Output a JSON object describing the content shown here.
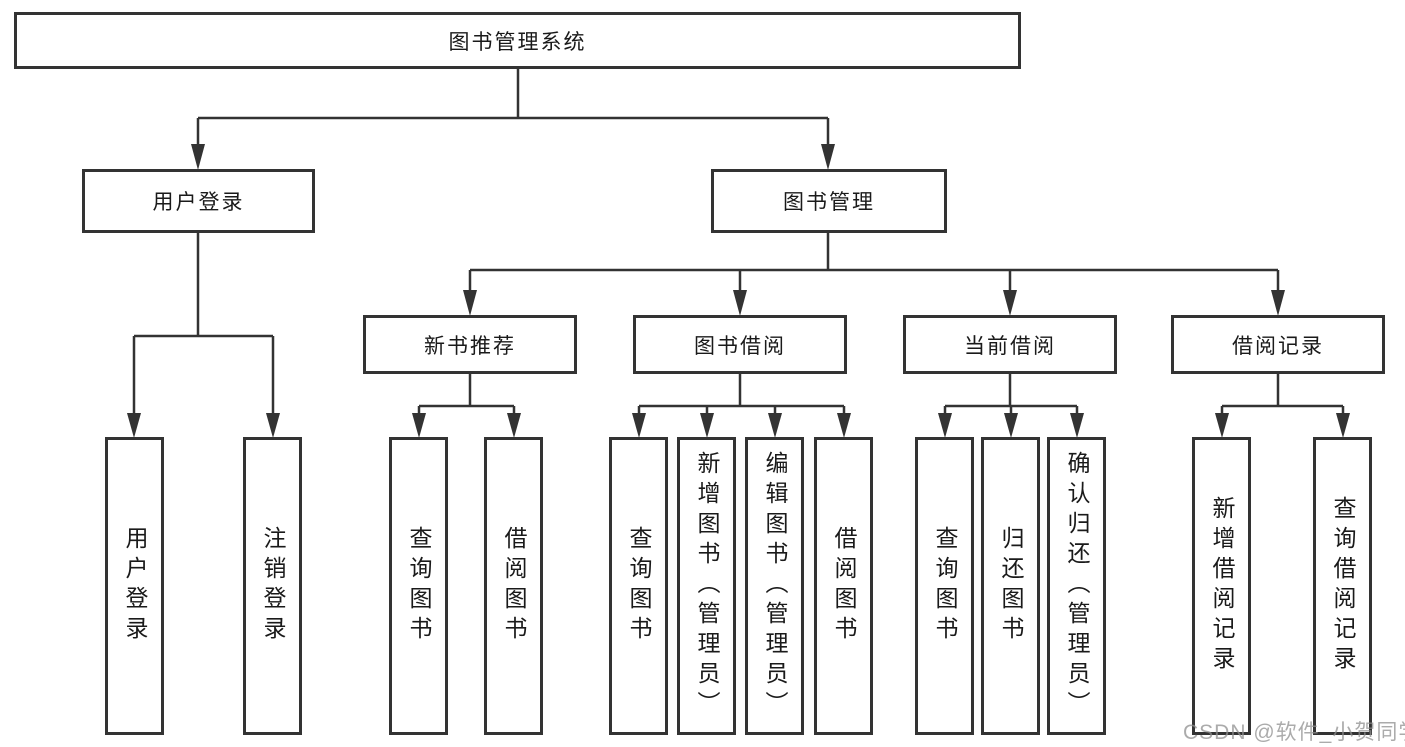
{
  "tree": {
    "label": "图书管理系统",
    "children": [
      {
        "label": "用户登录",
        "children": [
          {
            "label": "用户登录"
          },
          {
            "label": "注销登录"
          }
        ]
      },
      {
        "label": "图书管理",
        "children": [
          {
            "label": "新书推荐",
            "children": [
              {
                "label": "查询图书"
              },
              {
                "label": "借阅图书"
              }
            ]
          },
          {
            "label": "图书借阅",
            "children": [
              {
                "label": "查询图书"
              },
              {
                "label": "新增图书（管理员）"
              },
              {
                "label": "编辑图书（管理员）"
              },
              {
                "label": "借阅图书"
              }
            ]
          },
          {
            "label": "当前借阅",
            "children": [
              {
                "label": "查询图书"
              },
              {
                "label": "归还图书"
              },
              {
                "label": "确认归还（管理员）"
              }
            ]
          },
          {
            "label": "借阅记录",
            "children": [
              {
                "label": "新增借阅记录"
              },
              {
                "label": "查询借阅记录"
              }
            ]
          }
        ]
      }
    ]
  },
  "watermark": {
    "text": "CSDN @软件_小贺同学"
  },
  "colors": {
    "line": "#333333",
    "box_border": "#333333",
    "text": "#1a1a1a",
    "watermark": "#8f8f8f",
    "background": "#ffffff"
  }
}
